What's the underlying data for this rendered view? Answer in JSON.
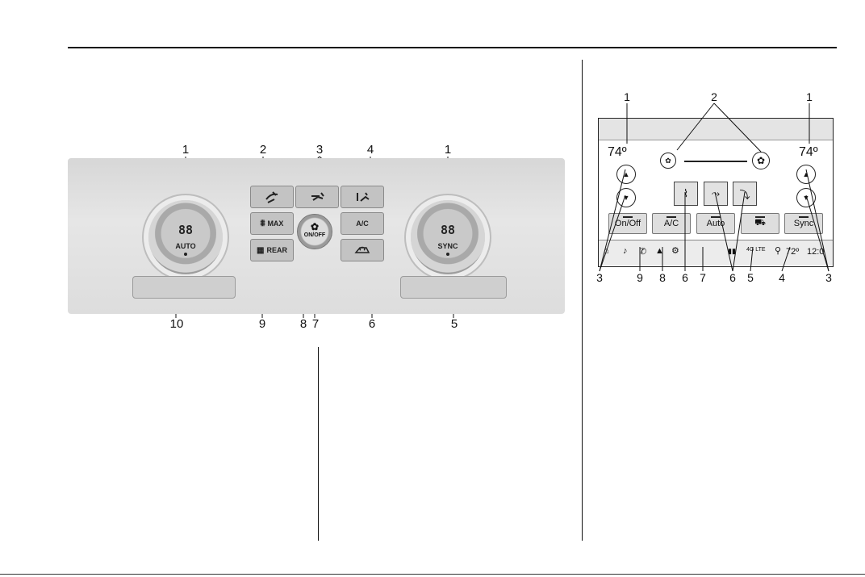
{
  "left_figure": {
    "callouts_top": [
      "1",
      "2",
      "3",
      "4",
      "1"
    ],
    "callouts_bottom": [
      "10",
      "9",
      "8",
      "7",
      "6",
      "5"
    ],
    "left_knob": {
      "display": "88",
      "label": "AUTO"
    },
    "right_knob": {
      "display": "88",
      "label": "SYNC"
    },
    "buttons": {
      "max": "MAX",
      "rear": "REAR",
      "ac": "A/C",
      "onoff": "ON/OFF"
    }
  },
  "right_figure": {
    "callouts_top": [
      "1",
      "2",
      "1"
    ],
    "callouts_bottom": [
      "3",
      "9",
      "8",
      "6",
      "7",
      "6",
      "5",
      "4",
      "3"
    ],
    "left_temp": "74º",
    "right_temp": "74º",
    "buttons": {
      "onoff": "On/Off",
      "ac": "A/C",
      "auto": "Auto",
      "sync": "Sync"
    },
    "status": {
      "temp": "72º",
      "time": "12:0",
      "signal": "4G LTE"
    }
  },
  "icons": [
    "fan-icon",
    "defrost-icon",
    "rear-defrost-icon",
    "recirculation-icon",
    "vent-icon",
    "floor-icon",
    "arrow-up-icon",
    "arrow-down-icon"
  ]
}
